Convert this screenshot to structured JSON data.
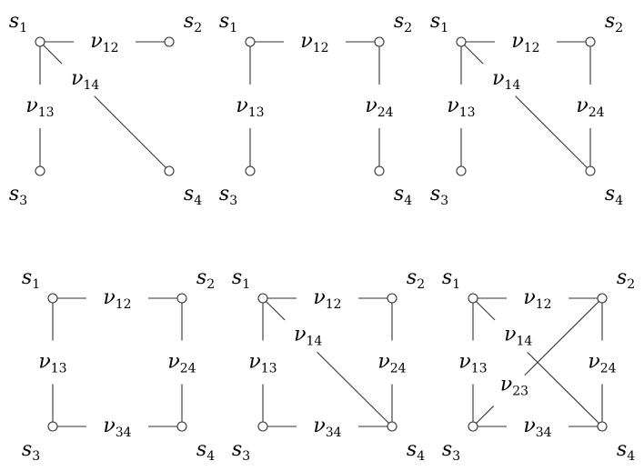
{
  "labels": {
    "s1": "s",
    "s1_sub": "1",
    "s2": "s",
    "s2_sub": "2",
    "s3": "s",
    "s3_sub": "3",
    "s4": "s",
    "s4_sub": "4",
    "nu": "ν",
    "n12": "12",
    "n13": "13",
    "n14": "14",
    "n23": "23",
    "n24": "24",
    "n34": "34"
  },
  "graphs": [
    {
      "edges": [
        "12",
        "13",
        "14"
      ]
    },
    {
      "edges": [
        "12",
        "13",
        "24"
      ]
    },
    {
      "edges": [
        "12",
        "13",
        "14",
        "24"
      ]
    },
    {
      "edges": [
        "12",
        "13",
        "24",
        "34"
      ]
    },
    {
      "edges": [
        "12",
        "13",
        "14",
        "24",
        "34"
      ]
    },
    {
      "edges": [
        "12",
        "13",
        "14",
        "23",
        "24",
        "34"
      ]
    }
  ]
}
